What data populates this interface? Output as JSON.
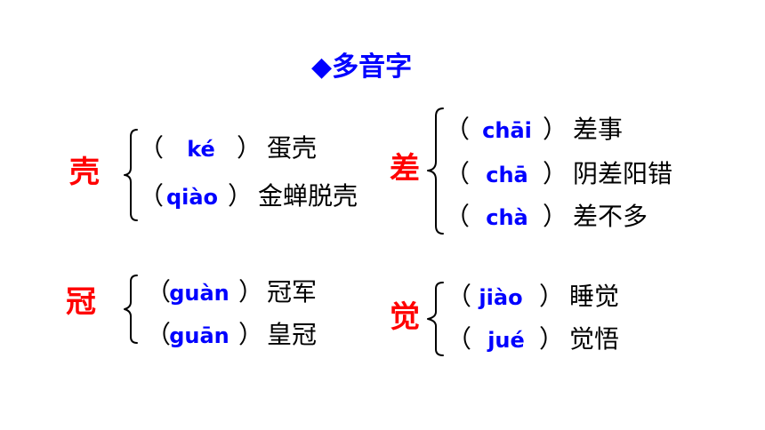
{
  "title": "◆多音字",
  "colors": {
    "title": "#0000ff",
    "character": "#ff0000",
    "pinyin": "#0000ff",
    "text": "#000000"
  },
  "groups": [
    {
      "character": "壳",
      "readings": [
        {
          "open": "（",
          "pinyin": "ké",
          "close": "）",
          "word": "蛋壳"
        },
        {
          "open": "（",
          "pinyin": "qiào",
          "close": "）",
          "word": "金蝉脱壳"
        }
      ]
    },
    {
      "character": "差",
      "readings": [
        {
          "open": "（",
          "pinyin": "chāi",
          "close": "）",
          "word": "差事"
        },
        {
          "open": "（",
          "pinyin": "chā",
          "close": "）",
          "word": "阴差阳错"
        },
        {
          "open": "（",
          "pinyin": "chà",
          "close": "）",
          "word": "差不多"
        }
      ]
    },
    {
      "character": "冠",
      "readings": [
        {
          "open": "（",
          "pinyin": "guàn",
          "close": "）",
          "word": "冠军"
        },
        {
          "open": "（",
          "pinyin": "guān",
          "close": "）",
          "word": "皇冠"
        }
      ]
    },
    {
      "character": "觉",
      "readings": [
        {
          "open": "（",
          "pinyin": "jiào",
          "close": "）",
          "word": "睡觉"
        },
        {
          "open": "（",
          "pinyin": "jué",
          "close": "）",
          "word": "觉悟"
        }
      ]
    }
  ]
}
